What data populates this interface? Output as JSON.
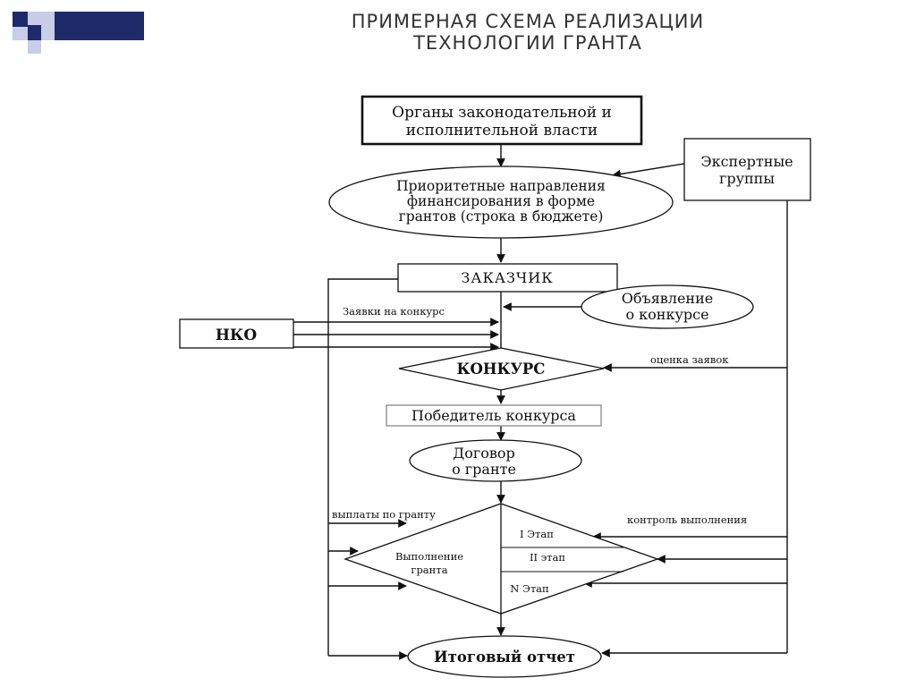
{
  "title": {
    "line1": "ПРИМЕРНАЯ СХЕМА РЕАЛИЗАЦИИ",
    "line2": "ТЕХНОЛОГИИ ГРАНТА"
  },
  "nodes": {
    "organs": {
      "line1": "Органы законодательной и",
      "line2": "исполнительной власти"
    },
    "experts": {
      "line1": "Экспертные",
      "line2": "группы"
    },
    "priorities": {
      "line1": "Приоритетные направления",
      "line2": "финансирования в форме",
      "line3": "грантов (строка в бюджете)"
    },
    "customer": "ЗАКАЗЧИК",
    "announcement": {
      "line1": "Объявление",
      "line2": "о конкурсе"
    },
    "nko": "НКО",
    "contest": "КОНКУРС",
    "winner": "Победитель конкурса",
    "contract": {
      "line1": "Договор",
      "line2": "о гранте"
    },
    "execution": {
      "line1": "Выполнение",
      "line2": "гранта"
    },
    "stage1": "I Этап",
    "stage2": "II этап",
    "stageN": "N Этап",
    "report": "Итоговый отчет"
  },
  "edge_labels": {
    "applications": "Заявки на конкурс",
    "evaluation": "оценка заявок",
    "payments": "выплаты по гранту",
    "control": "контроль выполнения"
  },
  "colors": {
    "deco_dark": "#1f2a6b",
    "deco_light": "#c8cde8",
    "line": "#111111"
  }
}
